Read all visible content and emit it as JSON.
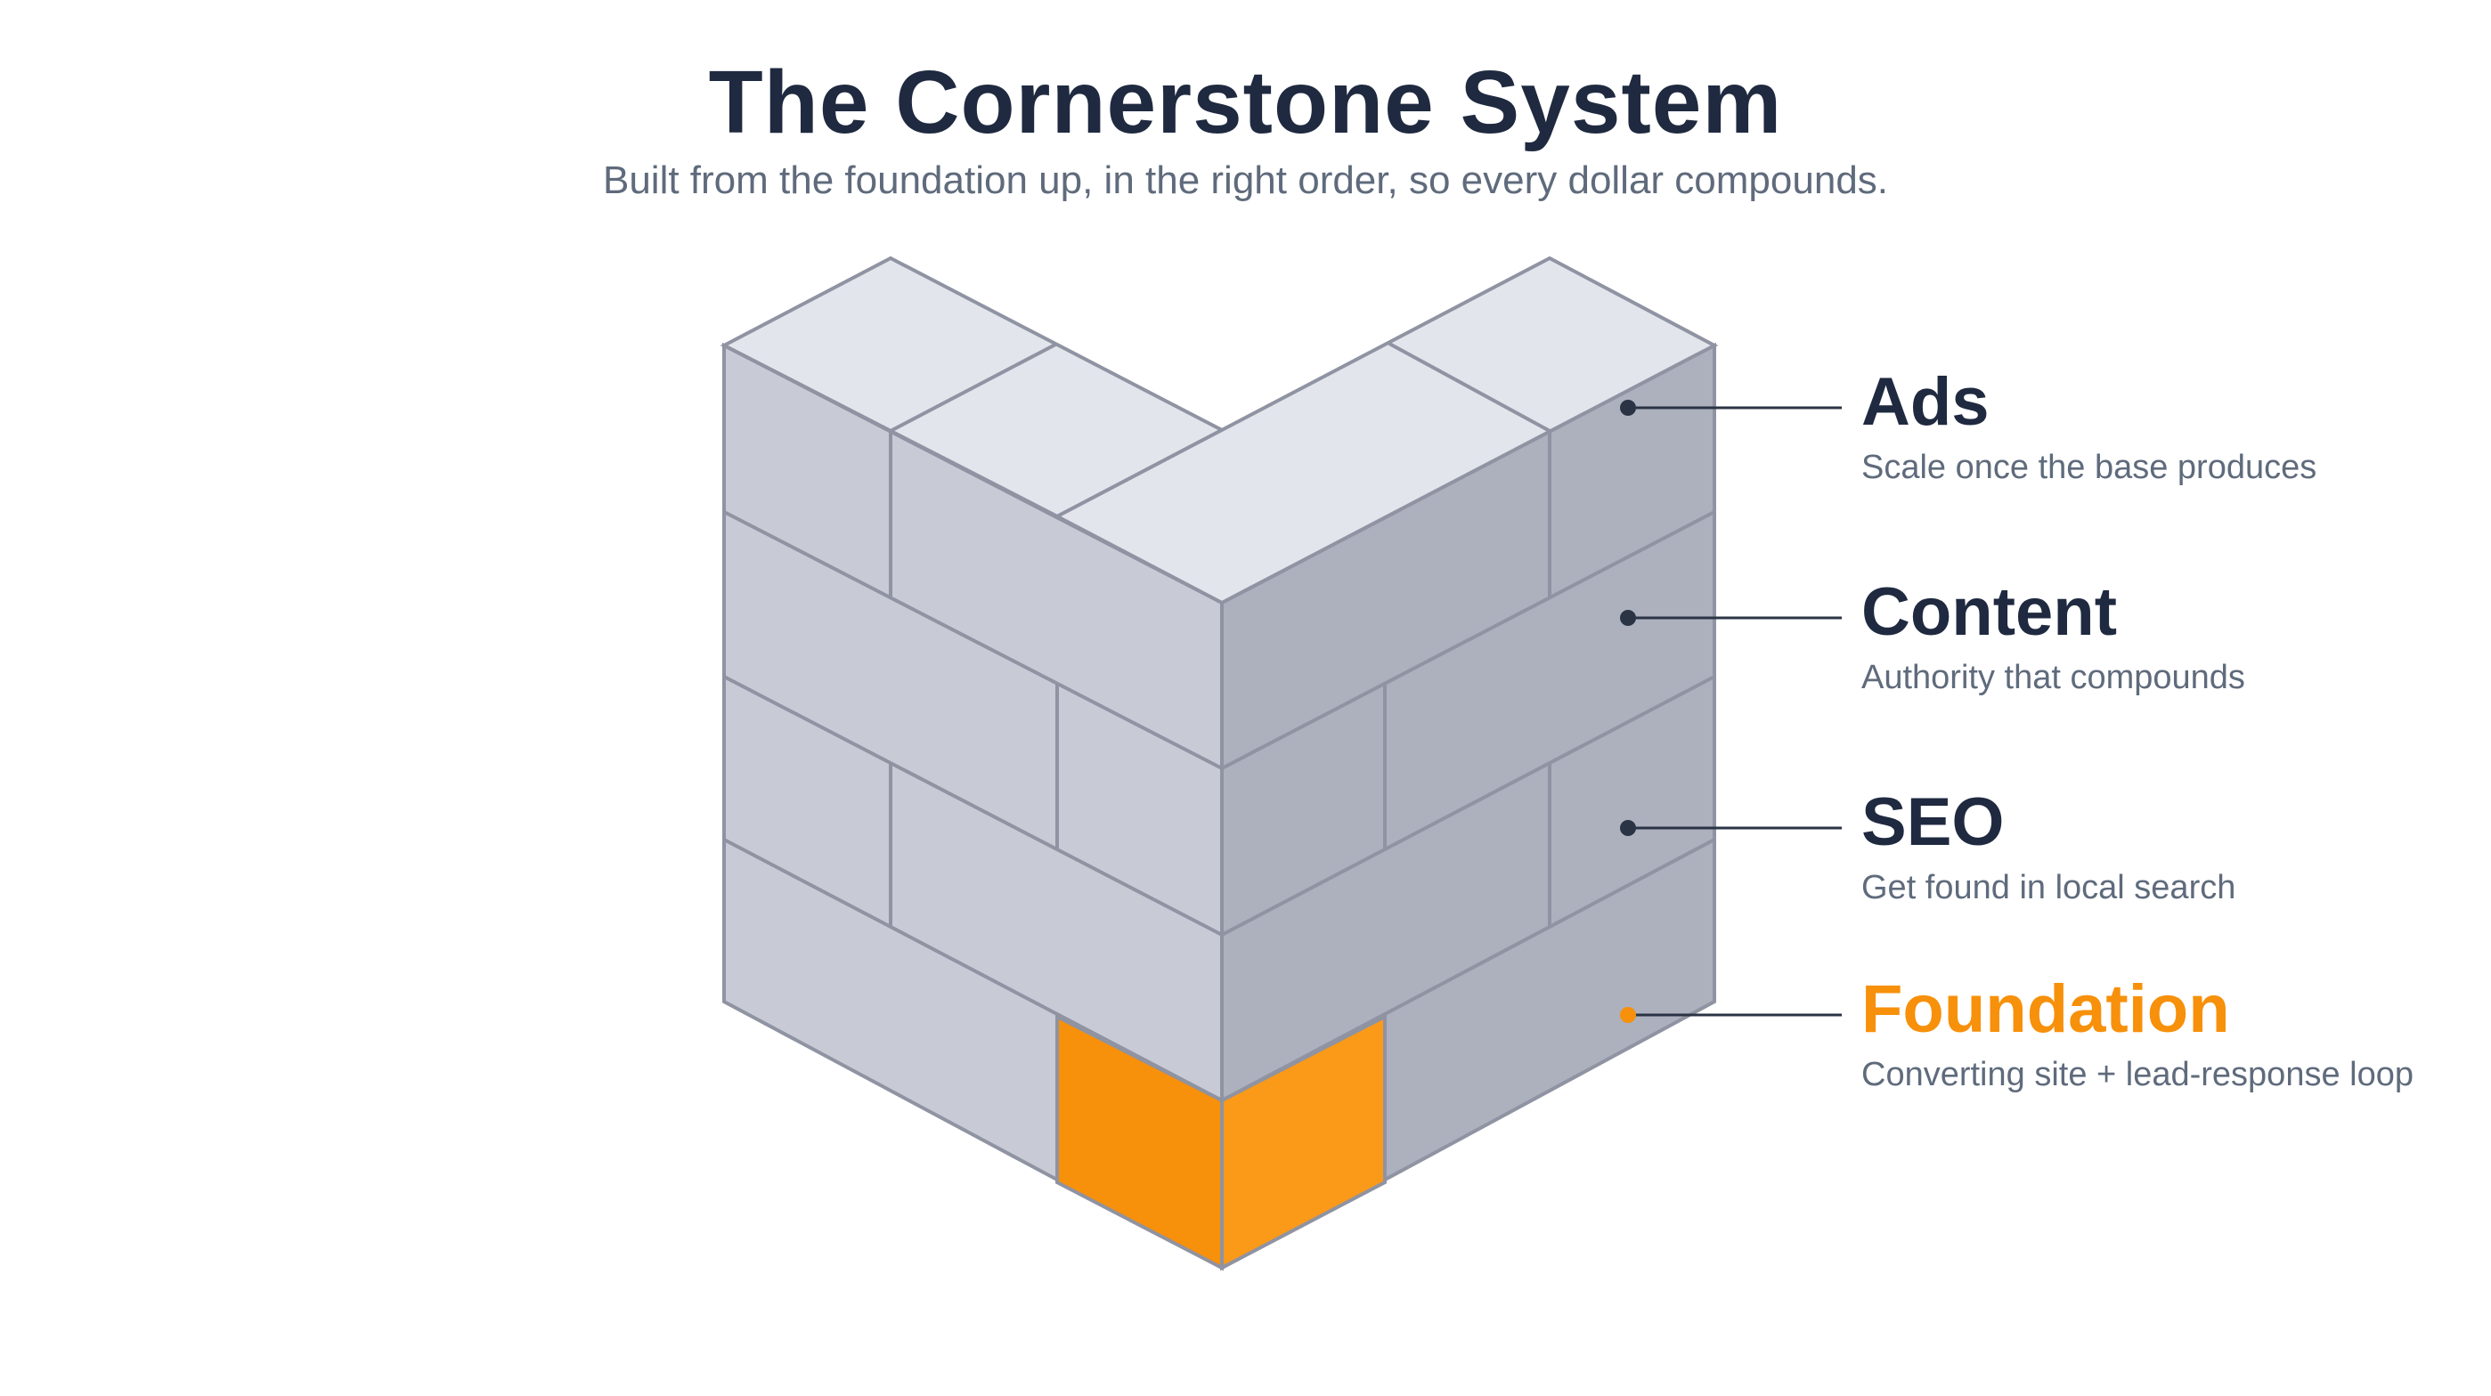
{
  "header": {
    "title": "The Cornerstone System",
    "subtitle": "Built from the foundation up, in the right order, so every dollar compounds."
  },
  "layers": [
    {
      "name": "Ads",
      "description": "Scale once the base produces",
      "accent": false
    },
    {
      "name": "Content",
      "description": "Authority that compounds",
      "accent": false
    },
    {
      "name": "SEO",
      "description": "Get found in local search",
      "accent": false
    },
    {
      "name": "Foundation",
      "description": "Converting site + lead-response loop",
      "accent": true
    }
  ],
  "colors": {
    "title": "#1f2a40",
    "subtitle": "#5f6b7c",
    "accent": "#f7900a",
    "brick_top": "#e3e5ec",
    "brick_left": "#c8cbd6",
    "brick_right": "#adb1be",
    "brick_edge": "#8f93a2",
    "connector": "#2b3445"
  }
}
